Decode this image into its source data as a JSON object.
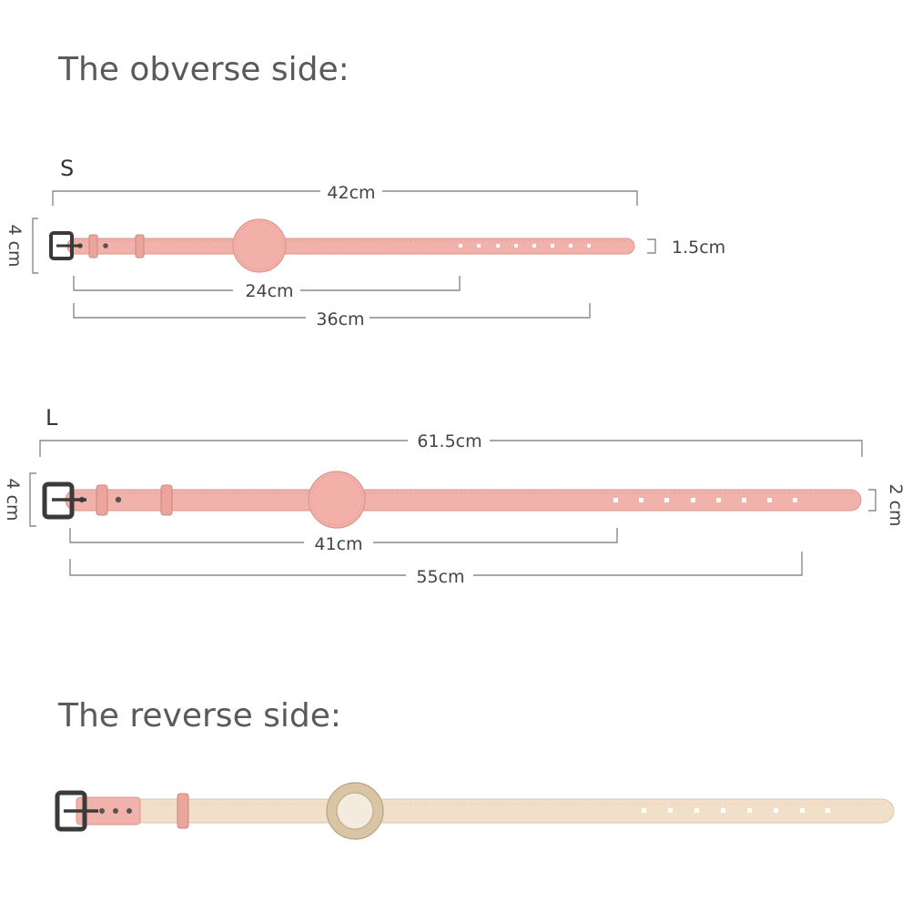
{
  "headings": {
    "obverse": "The obverse side:",
    "reverse": "The reverse side:"
  },
  "sizes": {
    "small": {
      "label": "S",
      "total_length": "42cm",
      "shortest_hole": "24cm",
      "longest_hole": "36cm",
      "width": "1.5cm",
      "buckle_height": "4 cm"
    },
    "large": {
      "label": "L",
      "total_length": "61.5cm",
      "shortest_hole": "41cm",
      "longest_hole": "55cm",
      "width": "2 cm",
      "buckle_height": "4 cm"
    }
  },
  "colors": {
    "strap_pink": "#f0b2aa",
    "strap_pink_stroke": "#d9968e",
    "strap_beige": "#f0dfc9",
    "strap_beige_stroke": "#d8c5ab",
    "buckle": "#3a3a3a",
    "case_beige": "#d9c4a6"
  }
}
